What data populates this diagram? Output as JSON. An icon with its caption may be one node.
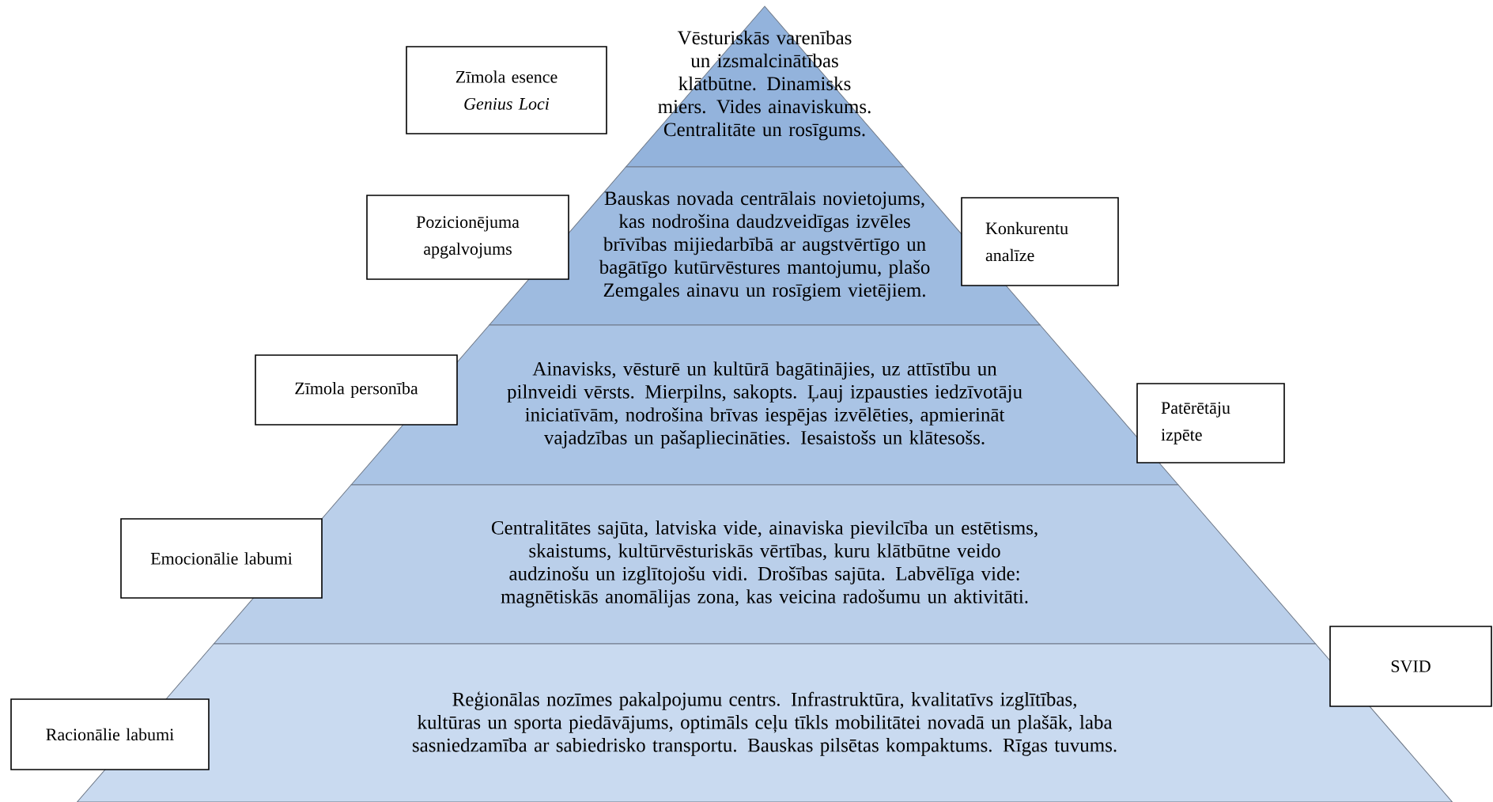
{
  "diagram": {
    "nodes": [
      {
        "text": [
          "Vēsturiskās varenības un izsmalcinātības klātbūtne. Dinamisks miers. Vides ainaviskums. Centralitāte un rosīgums."
        ]
      },
      {
        "text": [
          "Bauskas novada centrālais novietojums, kas nodrošina daudzveidīgas izvēles brīvības mijiedarbībā ar augstvērtīgo un bagātīgo kutūrvēstures mantojumu, plašo Zemgales ainavu un rosīgiem vietējiem."
        ]
      },
      {
        "text": [
          "Ainavisks, vēsturē un kultūrā bagātinājies, uz attīstību un pilnveidi vērsts. Mierpilns, sakopts. Ļauj izpausties iedzīvotāju iniciatīvām, nodrošina brīvas iespējas izvēlēties, apmierināt vajadzības un pašapliecināties. Iesaistošs un klātesošs."
        ]
      },
      {
        "text": [
          "Centralitātes sajūta, latviska vide, ainaviska pievilcība un estētisms, skaistums, kultūrvēsturiskās vērtības, kuru klātbūtne veido audzinošu un izglītojošu vidi. Drošības sajūta. Labvēlīga vide: magnētiskās anomālijas zona, kas veicina radošumu un aktivitāti."
        ]
      },
      {
        "text": [
          "Reģionālas nozīmes pakalpojumu centrs. Infrastruktūra, kvalitatīvs izglītības, kultūras un sporta piedāvājums, optimāls ceļu tīkls mobilitātei novadā un plašāk, laba sasniedzamība ar sabiedrisko transportu. Bauskas pilsētas kompaktums. Rīgas tuvums."
        ]
      },
      {
        "text": [
          "Zīmola esence",
          "Genius Loci"
        ]
      },
      {
        "text": [
          "Pozicionējuma apgalvojums"
        ]
      },
      {
        "text": [
          "Konkurentu analīze"
        ]
      },
      {
        "text": [
          "Zīmola personība"
        ]
      },
      {
        "text": [
          "Patērētāju izpēte"
        ]
      },
      {
        "text": [
          "Emocionālie labumi"
        ]
      },
      {
        "text": [
          "SVID"
        ]
      },
      {
        "text": [
          "Racionālie labumi"
        ]
      }
    ],
    "edges": []
  }
}
